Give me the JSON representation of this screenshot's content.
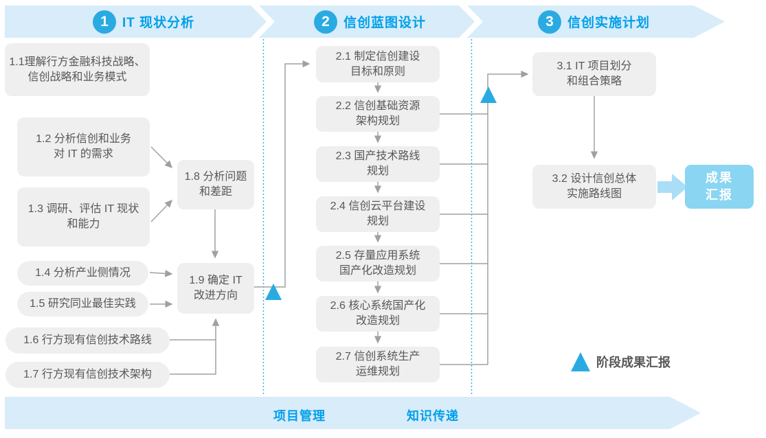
{
  "colors": {
    "accent_blue": "#29abe2",
    "banner_bg": "#d8ecfa",
    "phase_title_text": "#00a0e9",
    "node_bg": "#efefef",
    "node_text": "#595757",
    "connector_line": "#9fa0a0",
    "result_box_bg": "#8ad5f2",
    "fat_arrow": "#aadef7"
  },
  "phases": [
    {
      "number": "1",
      "title": "IT 现状分析"
    },
    {
      "number": "2",
      "title": "信创蓝图设计"
    },
    {
      "number": "3",
      "title": "信创实施计划"
    }
  ],
  "boxes": {
    "b11": {
      "line1": "1.1理解行方金融科技战略、",
      "line2": "信创战略和业务模式"
    },
    "b12": {
      "line1": "1.2 分析信创和业务",
      "line2": "对 IT 的需求"
    },
    "b13": {
      "line1": "1.3 调研、评估 IT 现状",
      "line2": "和能力"
    },
    "b14": {
      "label": "1.4 分析产业侧情况"
    },
    "b15": {
      "label": "1.5 研究同业最佳实践"
    },
    "b16": {
      "label": "1.6 行方现有信创技术路线"
    },
    "b17": {
      "label": "1.7 行方现有信创技术架构"
    },
    "b18": {
      "line1": "1.8 分析问题",
      "line2": "和差距"
    },
    "b19": {
      "line1": "1.9 确定 IT",
      "line2": "改进方向"
    },
    "b21": {
      "line1": "2.1 制定信创建设",
      "line2": "目标和原则"
    },
    "b22": {
      "line1": "2.2 信创基础资源",
      "line2": "架构规划"
    },
    "b23": {
      "line1": "2.3 国产技术路线",
      "line2": "规划"
    },
    "b24": {
      "line1": "2.4 信创云平台建设",
      "line2": "规划"
    },
    "b25": {
      "line1": "2.5 存量应用系统",
      "line2": "国产化改造规划"
    },
    "b26": {
      "line1": "2.6 核心系统国产化",
      "line2": "改造规划"
    },
    "b27": {
      "line1": "2.7 信创系统生产",
      "line2": "运维规划"
    },
    "b31": {
      "line1": "3.1 IT 项目划分",
      "line2": "和组合策略"
    },
    "b32": {
      "line1": "3.2 设计信创总体",
      "line2": "实施路线图"
    }
  },
  "result_box": {
    "line1": "成果",
    "line2": "汇报"
  },
  "bottom_banner": {
    "left_label": "项目管理",
    "right_label": "知识传递"
  },
  "legend": {
    "label": "阶段成果汇报"
  }
}
